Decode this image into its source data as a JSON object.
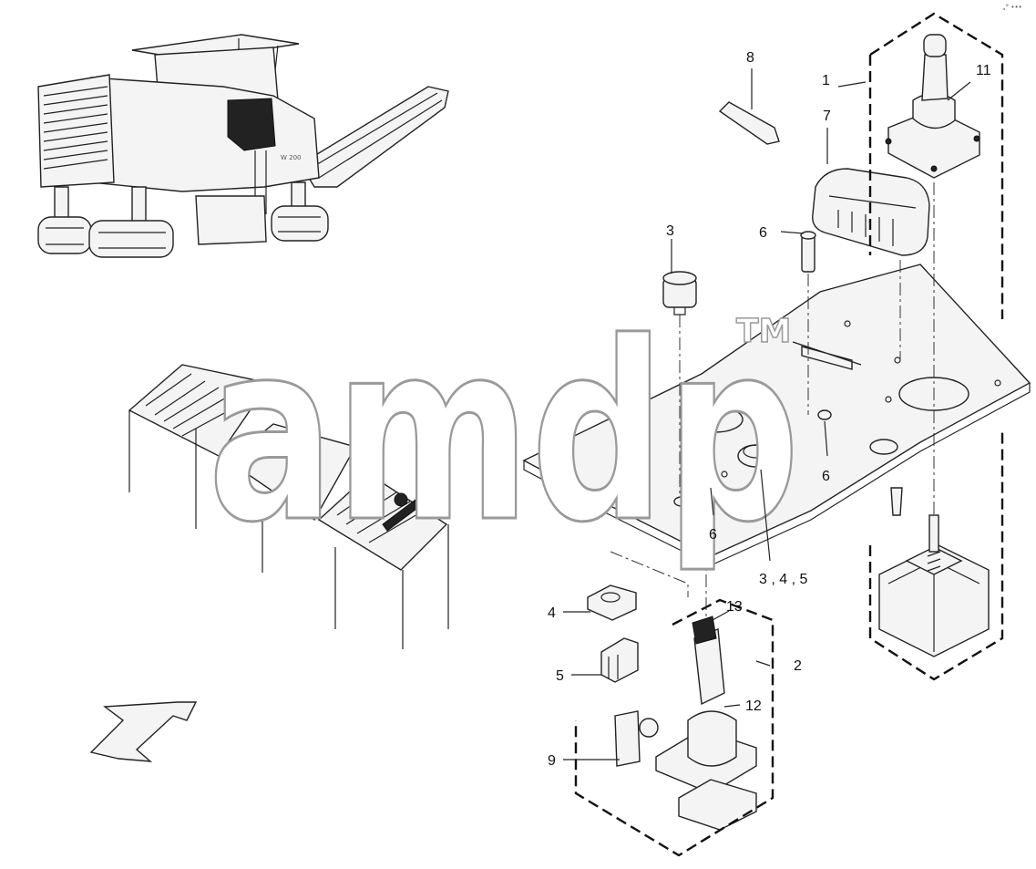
{
  "corner_mark": "„° •••",
  "watermark": {
    "text": "amdp",
    "tm": "TM"
  },
  "callouts": [
    {
      "id": "c1",
      "text": "1"
    },
    {
      "id": "c2",
      "text": "2"
    },
    {
      "id": "c3a",
      "text": "3"
    },
    {
      "id": "c345",
      "text": "3 , 4 , 5"
    },
    {
      "id": "c4",
      "text": "4"
    },
    {
      "id": "c5",
      "text": "5"
    },
    {
      "id": "c6a",
      "text": "6"
    },
    {
      "id": "c6b",
      "text": "6"
    },
    {
      "id": "c6c",
      "text": "6"
    },
    {
      "id": "c7",
      "text": "7"
    },
    {
      "id": "c8",
      "text": "8"
    },
    {
      "id": "c9",
      "text": "9"
    },
    {
      "id": "c11",
      "text": "11"
    },
    {
      "id": "c12",
      "text": "12"
    },
    {
      "id": "c13",
      "text": "13"
    }
  ],
  "machine_label": "W 200"
}
